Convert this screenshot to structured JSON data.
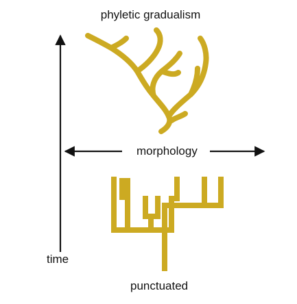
{
  "labels": {
    "top_title": "phyletic gradualism",
    "horizontal_axis": "morphology",
    "vertical_axis": "time",
    "bottom_title": "punctuated"
  },
  "colors": {
    "tree": "#ccaa22",
    "axis": "#111111",
    "text": "#111111"
  }
}
